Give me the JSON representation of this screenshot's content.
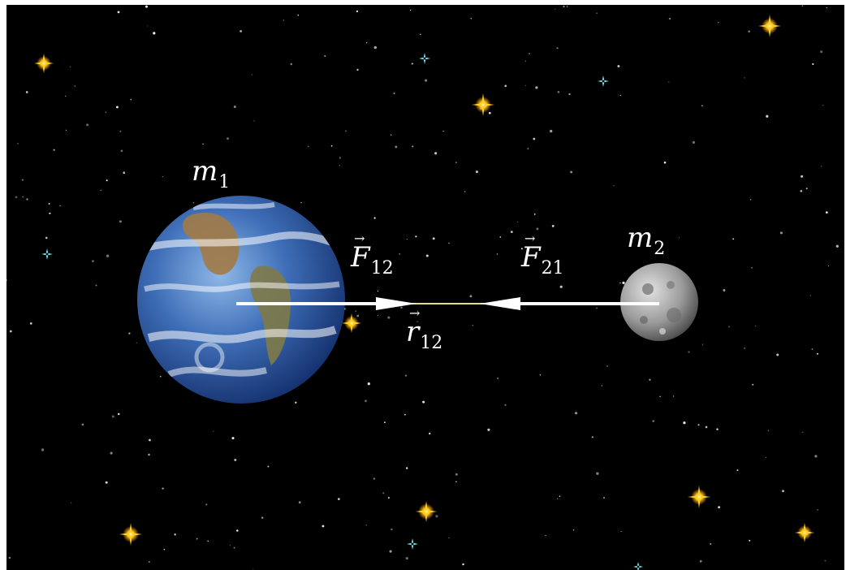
{
  "labels": {
    "m1": {
      "base": "m",
      "sub": "1"
    },
    "m2": {
      "base": "m",
      "sub": "2"
    },
    "F12": {
      "base": "F",
      "sub": "12"
    },
    "F21": {
      "base": "F",
      "sub": "21"
    },
    "r12": {
      "base": "r",
      "sub": "12"
    }
  },
  "bodies": {
    "m1": {
      "name": "earth",
      "color": "#3f6fb8"
    },
    "m2": {
      "name": "moon",
      "color": "#8a8a8a"
    }
  },
  "colors": {
    "background": "#000000",
    "arrow": "#ffffff",
    "separation_line": "#e8e070",
    "star_yellow": "#ffd21f",
    "star_cyan": "#7ff0ff"
  }
}
